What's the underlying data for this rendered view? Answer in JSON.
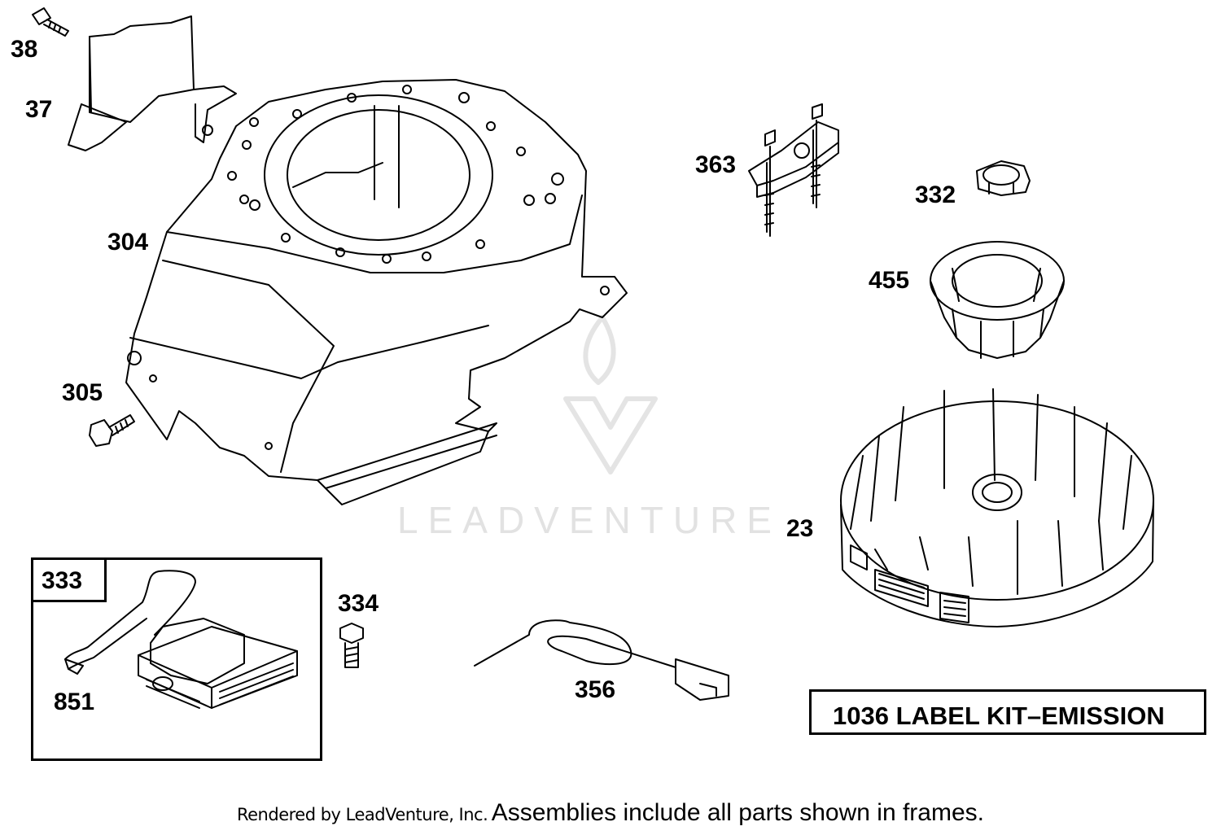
{
  "callouts": {
    "c38": "38",
    "c37": "37",
    "c304": "304",
    "c305": "305",
    "c363": "363",
    "c332": "332",
    "c455": "455",
    "c23": "23",
    "c333": "333",
    "c851": "851",
    "c334": "334",
    "c356": "356"
  },
  "kit_label": "1036 LABEL KIT–EMISSION",
  "footer": {
    "credit": "Rendered by LeadVenture, Inc.",
    "note": "Assemblies include all parts shown in frames."
  },
  "watermark": "LEADVENTURE",
  "colors": {
    "line": "#000000",
    "watermark": "#e2e2e2",
    "background": "#ffffff"
  }
}
